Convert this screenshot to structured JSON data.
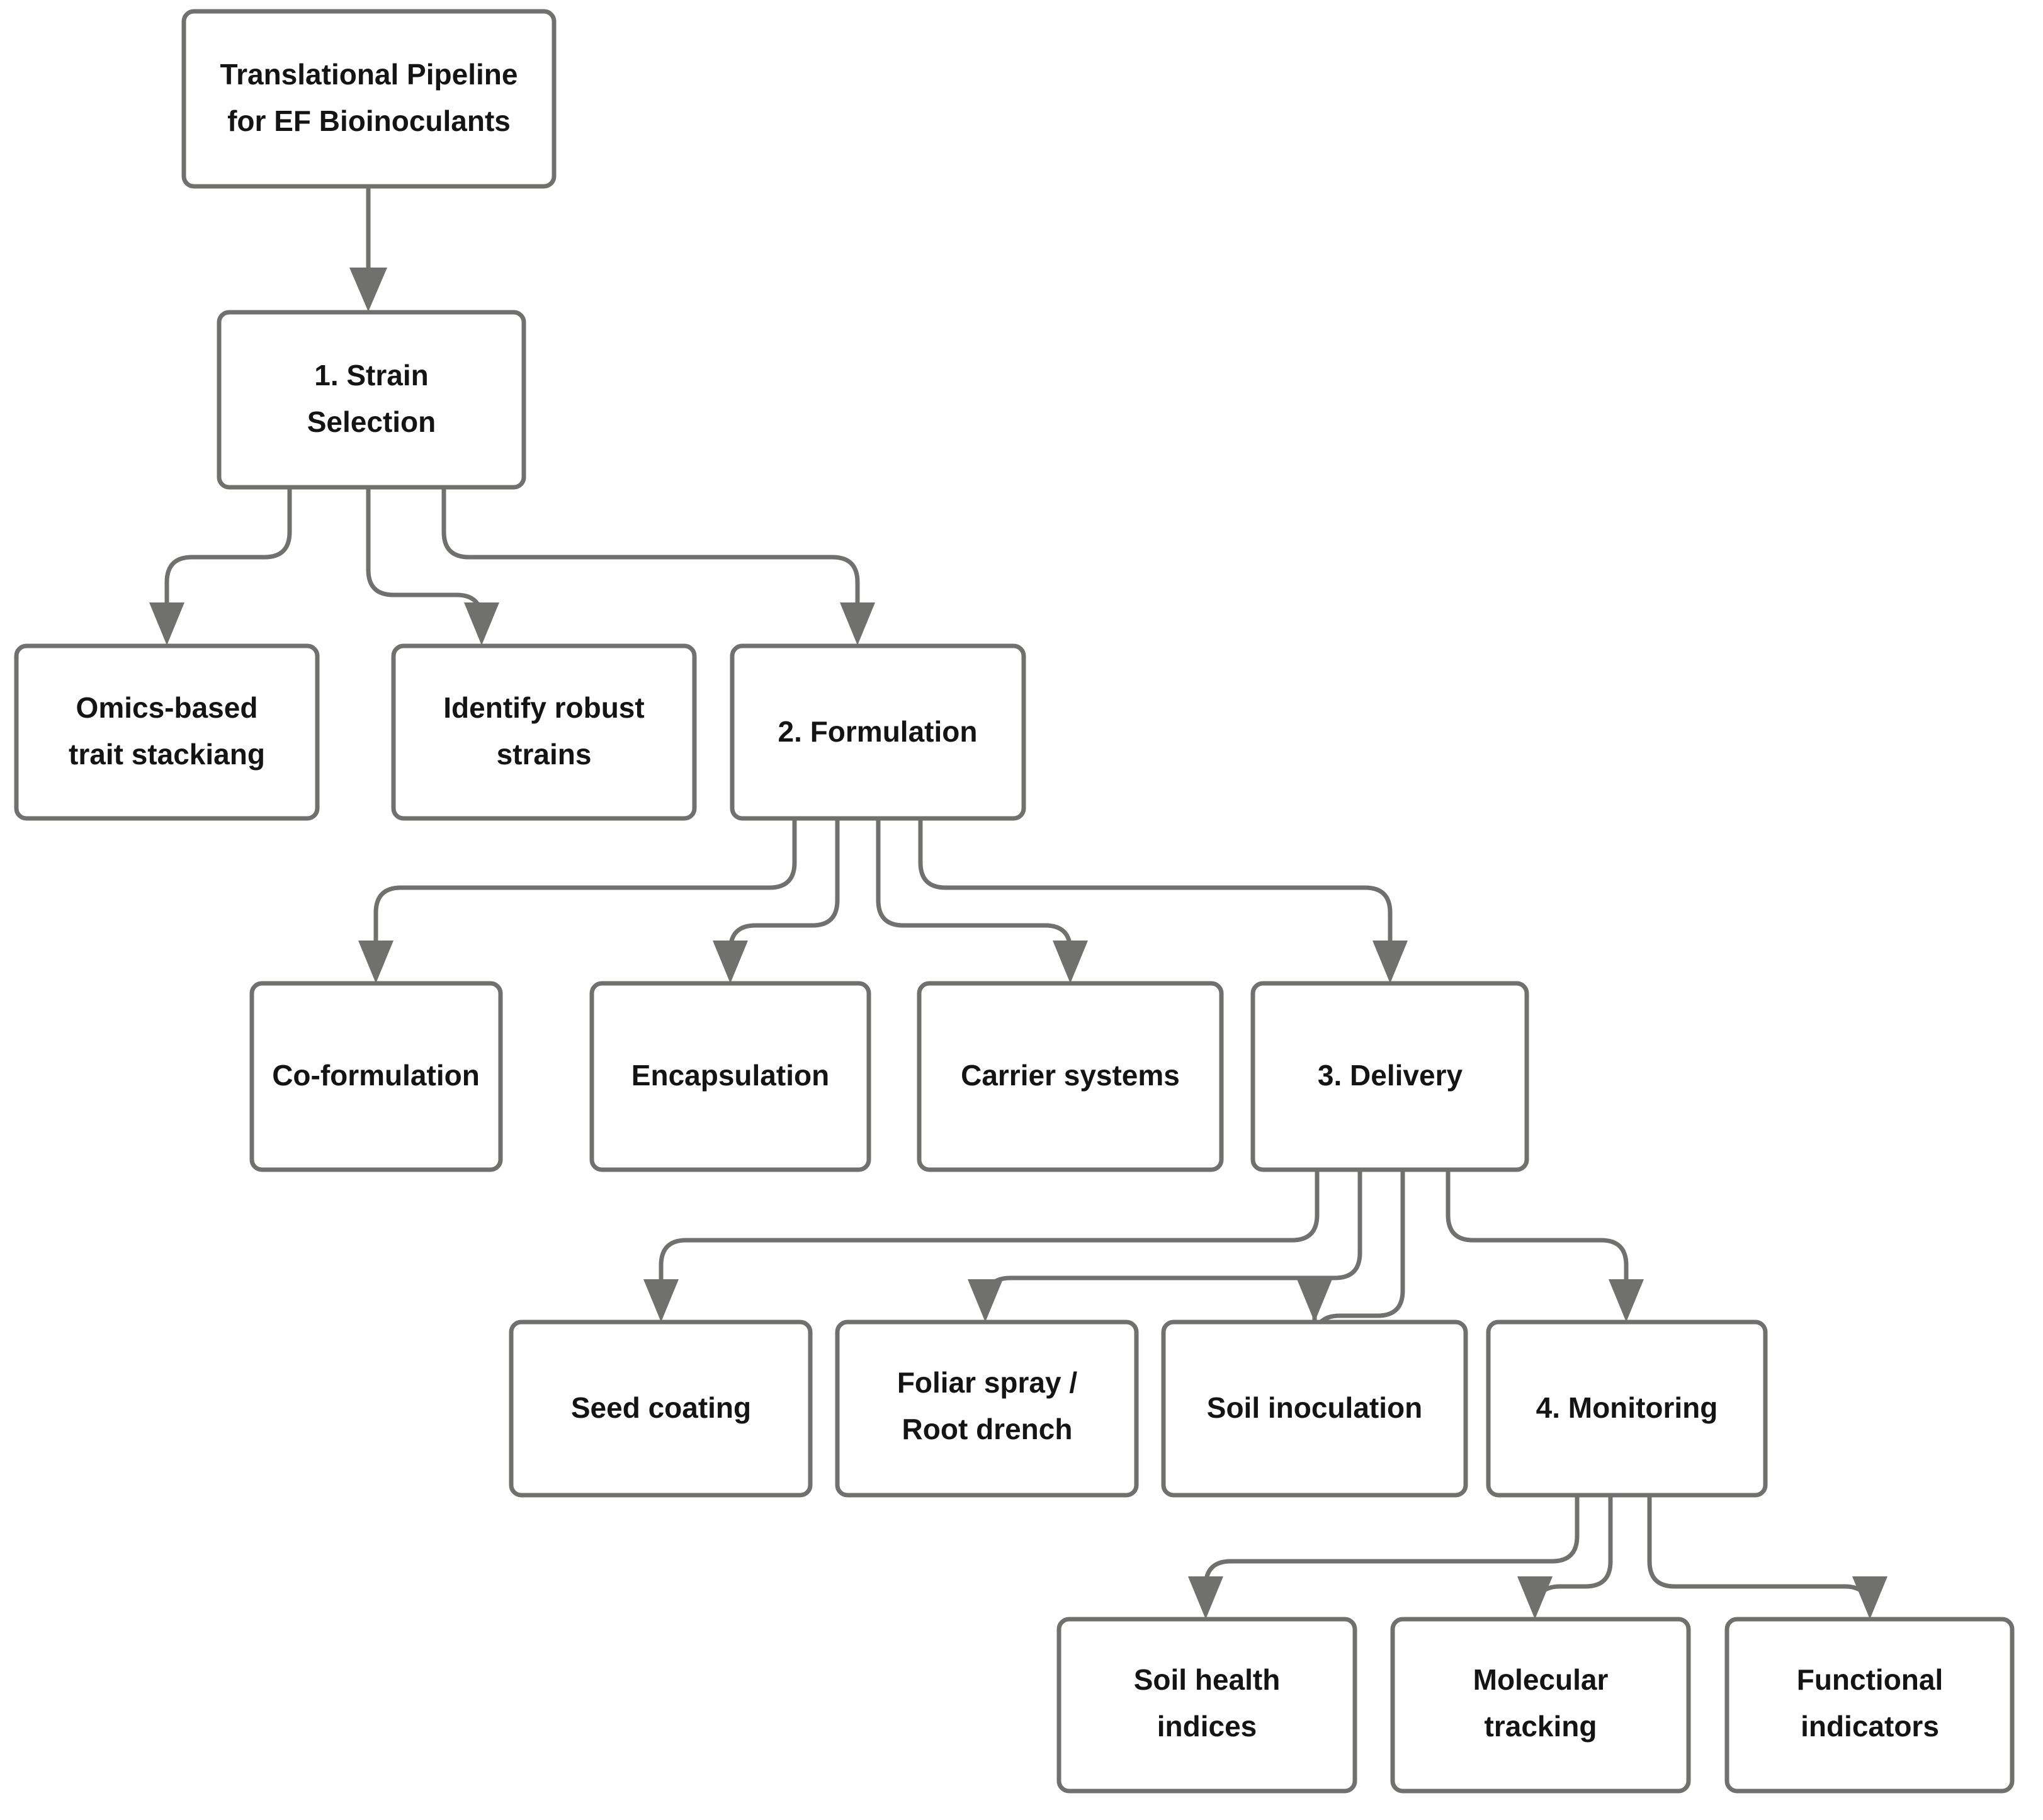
{
  "diagram": {
    "title": "Translational Pipeline for EF Bioinoculants",
    "type": "flowchart",
    "orientation": "top-down",
    "colors": {
      "background": "#ffffff",
      "node_fill": "#ffffff",
      "node_border": "#70706f",
      "edge": "#70706f",
      "text": "#141414"
    },
    "nodes": [
      {
        "id": "root",
        "label_line1": "Translational Pipeline",
        "label_line2": "for EF Bioinoculants",
        "level": 0
      },
      {
        "id": "strain",
        "label_line1": "1. Strain",
        "label_line2": "Selection",
        "level": 1
      },
      {
        "id": "omics",
        "label_line1": "Omics-based",
        "label_line2": "trait stackiang",
        "level": 2
      },
      {
        "id": "robust",
        "label_line1": "Identify robust",
        "label_line2": "strains",
        "level": 2
      },
      {
        "id": "formulation",
        "label_line1": "2. Formulation",
        "label_line2": "",
        "level": 2
      },
      {
        "id": "coform",
        "label_line1": "Co-formulation",
        "label_line2": "",
        "level": 3
      },
      {
        "id": "encaps",
        "label_line1": "Encapsulation",
        "label_line2": "",
        "level": 3
      },
      {
        "id": "carrier",
        "label_line1": "Carrier systems",
        "label_line2": "",
        "level": 3
      },
      {
        "id": "delivery",
        "label_line1": "3. Delivery",
        "label_line2": "",
        "level": 3
      },
      {
        "id": "seed",
        "label_line1": "Seed coating",
        "label_line2": "",
        "level": 4
      },
      {
        "id": "foliar",
        "label_line1": "Foliar spray /",
        "label_line2": "Root drench",
        "level": 4
      },
      {
        "id": "soilinoc",
        "label_line1": "Soil inoculation",
        "label_line2": "",
        "level": 4
      },
      {
        "id": "monitoring",
        "label_line1": "4. Monitoring",
        "label_line2": "",
        "level": 4
      },
      {
        "id": "soilhealth",
        "label_line1": "Soil health",
        "label_line2": "indices",
        "level": 5
      },
      {
        "id": "molecular",
        "label_line1": "Molecular",
        "label_line2": "tracking",
        "level": 5
      },
      {
        "id": "functional",
        "label_line1": "Functional",
        "label_line2": "indicators",
        "level": 5
      }
    ],
    "edges": [
      {
        "from": "root",
        "to": "strain"
      },
      {
        "from": "strain",
        "to": "omics"
      },
      {
        "from": "strain",
        "to": "robust"
      },
      {
        "from": "strain",
        "to": "formulation"
      },
      {
        "from": "formulation",
        "to": "coform"
      },
      {
        "from": "formulation",
        "to": "encaps"
      },
      {
        "from": "formulation",
        "to": "carrier"
      },
      {
        "from": "formulation",
        "to": "delivery"
      },
      {
        "from": "delivery",
        "to": "seed"
      },
      {
        "from": "delivery",
        "to": "foliar"
      },
      {
        "from": "delivery",
        "to": "soilinoc"
      },
      {
        "from": "delivery",
        "to": "monitoring"
      },
      {
        "from": "monitoring",
        "to": "soilhealth"
      },
      {
        "from": "monitoring",
        "to": "molecular"
      },
      {
        "from": "monitoring",
        "to": "functional"
      }
    ]
  }
}
